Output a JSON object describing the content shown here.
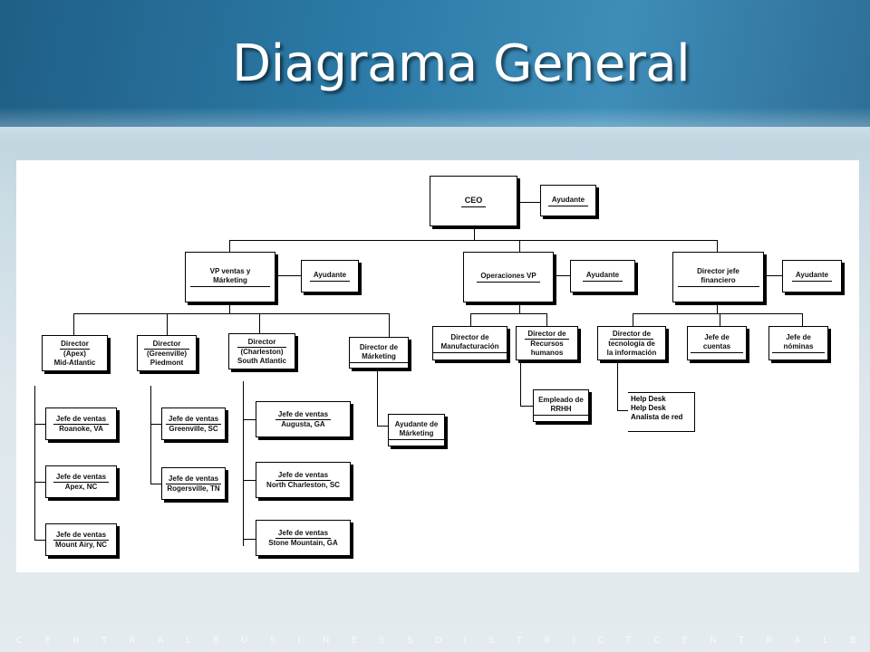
{
  "slide": {
    "title": "Diagrama General"
  },
  "footer": {
    "text": "C E N T R A L B U S I N E S S D I S T R I C T C E N T R A L B U S I N E S S D I S T R I C T C E N T R A"
  },
  "org": {
    "ceo": "CEO",
    "ceo_assistant": "Ayudante",
    "vp_sales": "VP ventas y Márketing",
    "vp_sales_assistant": "Ayudante",
    "ops_vp": "Operaciones VP",
    "ops_vp_assistant": "Ayudante",
    "cfo": "Director jefe financiero",
    "cfo_assistant": "Ayudante",
    "dir_apex_l1": "Director",
    "dir_apex_l2": "(Apex)",
    "dir_apex_l3": "Mid-Atlantic",
    "dir_green_l1": "Director",
    "dir_green_l2": "(Greenville)",
    "dir_green_l3": "Piedmont",
    "dir_charl_l1": "Director",
    "dir_charl_l2": "(Charleston)",
    "dir_charl_l3": "South Atlantic",
    "dir_mkt": "Director de Márketing",
    "mkt_assistant": "Ayudante de Márketing",
    "sm_roanoke_l1": "Jefe de ventas",
    "sm_roanoke_l2": "Roanoke, VA",
    "sm_apex_l1": "Jefe de ventas",
    "sm_apex_l2": "Apex, NC",
    "sm_mountairy_l1": "Jefe de ventas",
    "sm_mountairy_l2": "Mount Airy, NC",
    "sm_greenville_l1": "Jefe de ventas",
    "sm_greenville_l2": "Greenville, SC",
    "sm_rogersville_l1": "Jefe de ventas",
    "sm_rogersville_l2": "Rogersville, TN",
    "sm_augusta_l1": "Jefe de ventas",
    "sm_augusta_l2": "Augusta, GA",
    "sm_northcharl_l1": "Jefe de ventas",
    "sm_northcharl_l2": "North Charleston, SC",
    "sm_stonemtn_l1": "Jefe de ventas",
    "sm_stonemtn_l2": "Stone Mountain, GA",
    "dir_manuf": "Director de Manufacturación",
    "dir_hr_l1": "Director de",
    "dir_hr_l2": "Recursos",
    "dir_hr_l3": "humanos",
    "hr_employee": "Empleado de RRHH",
    "dir_it_l1": "Director de",
    "dir_it_l2": "tecnología de",
    "dir_it_l3": "la información",
    "it_helpdesk_1": "Help Desk",
    "it_helpdesk_2": "Help Desk",
    "it_netanalyst": "Analista de red",
    "accounts_chief": "Jefe de cuentas",
    "payroll_chief": "Jefe de nóminas"
  }
}
